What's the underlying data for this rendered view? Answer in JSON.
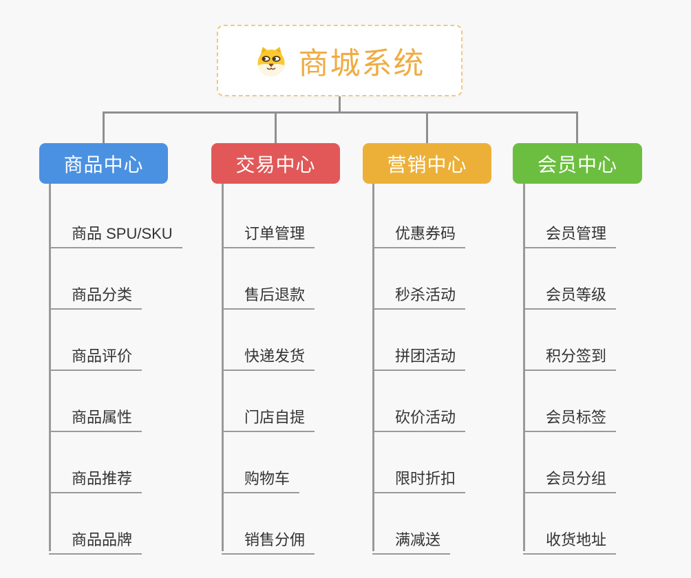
{
  "root": {
    "title": "商城系统",
    "icon": "shiba-dog-icon",
    "border_color": "#f6c87e",
    "title_color": "#efac44"
  },
  "branches": [
    {
      "label": "商品中心",
      "color": "#4b91e2",
      "items": [
        "商品 SPU/SKU",
        "商品分类",
        "商品评价",
        "商品属性",
        "商品推荐",
        "商品品牌"
      ]
    },
    {
      "label": "交易中心",
      "color": "#e25858",
      "items": [
        "订单管理",
        "售后退款",
        "快递发货",
        "门店自提",
        "购物车",
        "销售分佣"
      ]
    },
    {
      "label": "营销中心",
      "color": "#ecb039",
      "items": [
        "优惠券码",
        "秒杀活动",
        "拼团活动",
        "砍价活动",
        "限时折扣",
        "满减送"
      ]
    },
    {
      "label": "会员中心",
      "color": "#6cbe40",
      "items": [
        "会员管理",
        "会员等级",
        "积分签到",
        "会员标签",
        "会员分组",
        "收货地址"
      ]
    }
  ],
  "colors": {
    "background": "#f8f8f8",
    "connector": "#8f8f8f",
    "sub_item_line": "#999999",
    "sub_item_text": "#333333"
  }
}
